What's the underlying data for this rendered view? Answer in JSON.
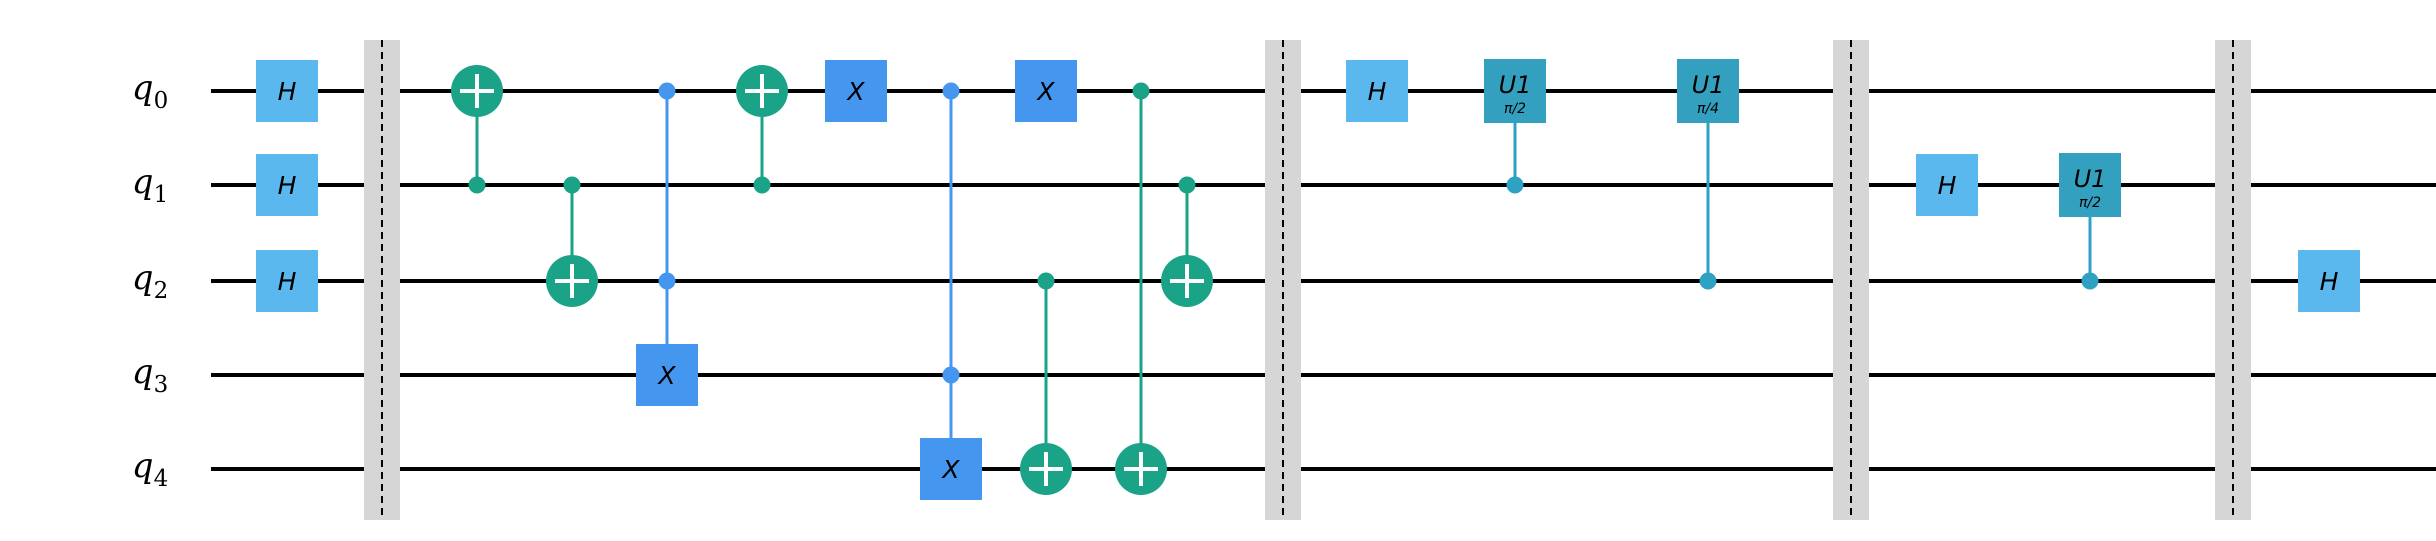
{
  "qubits": [
    {
      "name": "q",
      "index": "0"
    },
    {
      "name": "q",
      "index": "1"
    },
    {
      "name": "q",
      "index": "2"
    },
    {
      "name": "q",
      "index": "3"
    },
    {
      "name": "q",
      "index": "4"
    }
  ],
  "colors": {
    "h_gate": "#5AB8EE",
    "x_gate": "#4596EE",
    "cx_green": "#1BA388",
    "u1_gate": "#34A0BF",
    "u1_line": "#2FA2C4",
    "barrier": "#D6D6D6",
    "wire": "#000000"
  },
  "circuit": [
    {
      "type": "gate",
      "label": "H",
      "qubit": 0,
      "step": 0
    },
    {
      "type": "gate",
      "label": "H",
      "qubit": 1,
      "step": 0
    },
    {
      "type": "gate",
      "label": "H",
      "qubit": 2,
      "step": 0
    },
    {
      "type": "barrier",
      "step": 1
    },
    {
      "type": "cx",
      "control": 1,
      "target": 0,
      "step": 2
    },
    {
      "type": "cx",
      "control": 1,
      "target": 2,
      "step": 3
    },
    {
      "type": "ccx",
      "controls": [
        0,
        2
      ],
      "target": 3,
      "step": 4
    },
    {
      "type": "cx",
      "control": 1,
      "target": 0,
      "step": 5
    },
    {
      "type": "gate",
      "label": "X",
      "qubit": 0,
      "step": 6
    },
    {
      "type": "ccx",
      "controls": [
        0,
        3
      ],
      "target": 4,
      "step": 7
    },
    {
      "type": "gate",
      "label": "X",
      "qubit": 0,
      "step": 8
    },
    {
      "type": "cx",
      "control": 2,
      "target": 4,
      "step": 8
    },
    {
      "type": "cx",
      "control": 0,
      "target": 4,
      "step": 9
    },
    {
      "type": "cx",
      "control": 1,
      "target": 2,
      "step": 10
    },
    {
      "type": "barrier",
      "step": 11
    },
    {
      "type": "gate",
      "label": "H",
      "qubit": 0,
      "step": 12
    },
    {
      "type": "cu1",
      "label": "U1",
      "param": "π/2",
      "control": 1,
      "target": 0,
      "step": 13
    },
    {
      "type": "cu1",
      "label": "U1",
      "param": "π/4",
      "control": 2,
      "target": 0,
      "step": 14
    },
    {
      "type": "barrier",
      "step": 15
    },
    {
      "type": "gate",
      "label": "H",
      "qubit": 1,
      "step": 16
    },
    {
      "type": "cu1",
      "label": "U1",
      "param": "π/2",
      "control": 2,
      "target": 1,
      "step": 17
    },
    {
      "type": "barrier",
      "step": 18
    },
    {
      "type": "gate",
      "label": "H",
      "qubit": 2,
      "step": 19
    }
  ]
}
